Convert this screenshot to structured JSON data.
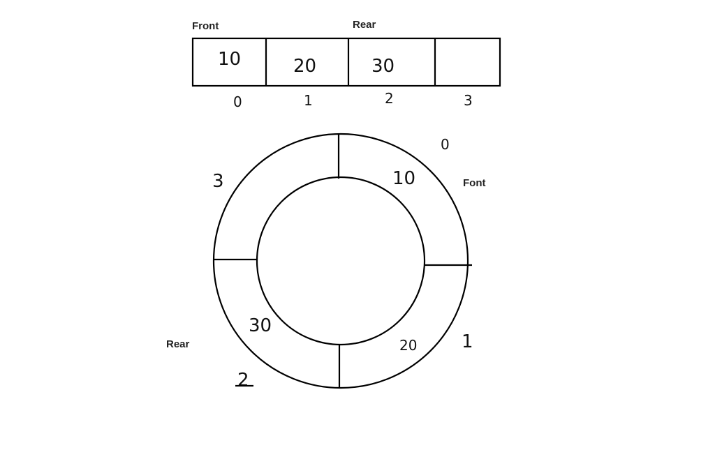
{
  "linear_queue": {
    "front_label": "Front",
    "rear_label": "Rear",
    "cells": [
      {
        "value": "10",
        "index": "0"
      },
      {
        "value": "20",
        "index": "1"
      },
      {
        "value": "30",
        "index": "2"
      },
      {
        "value": "",
        "index": "3"
      }
    ]
  },
  "circular_queue": {
    "front_label": "Font",
    "rear_label": "Rear",
    "segments": [
      {
        "index": "0",
        "value": "10"
      },
      {
        "index": "1",
        "value": "20"
      },
      {
        "index": "2",
        "value": "30"
      },
      {
        "index": "3",
        "value": ""
      }
    ]
  }
}
